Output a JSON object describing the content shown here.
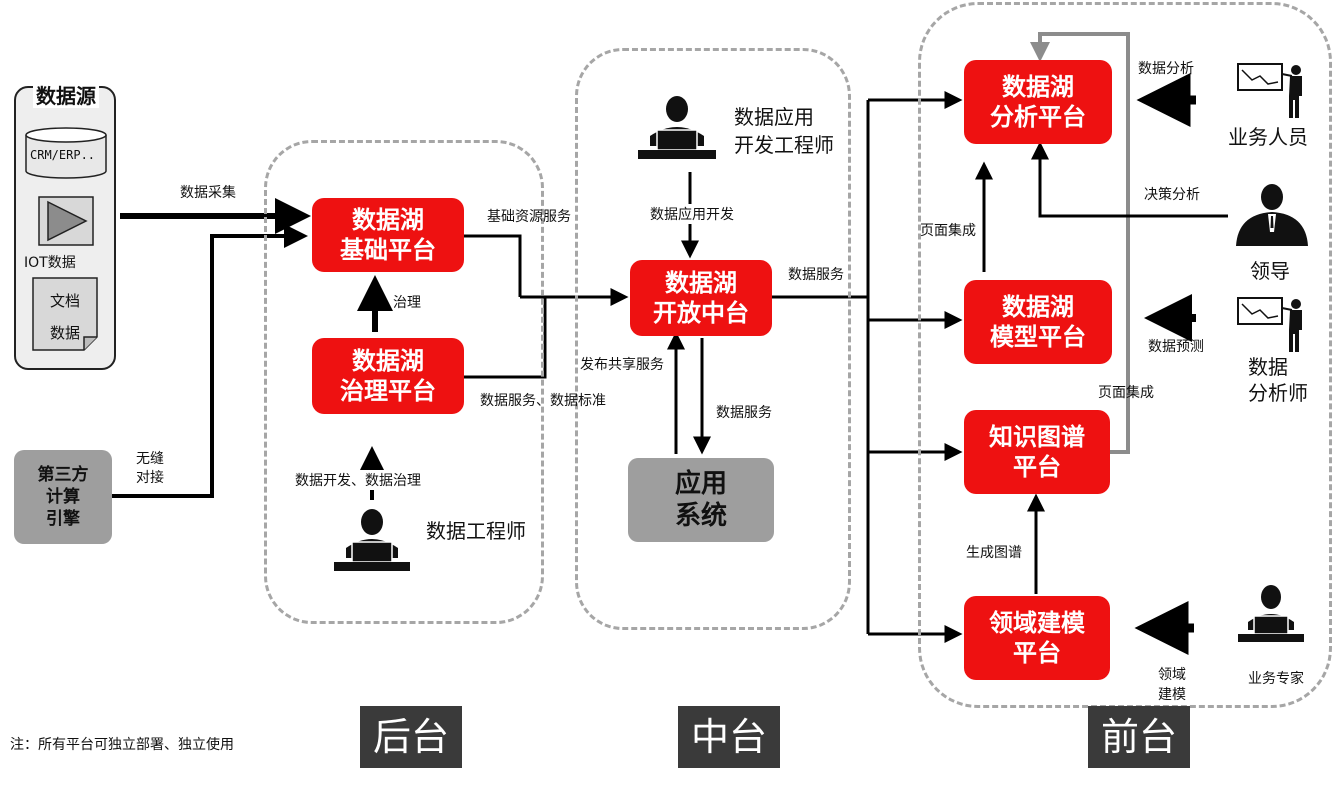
{
  "datasource": {
    "title": "数据源",
    "crm": "CRM/ERP..",
    "iot": "IOT数据",
    "doc_line1": "文档",
    "doc_line2": "数据"
  },
  "third_party": {
    "line1": "第三方",
    "line2": "计算",
    "line3": "引擎"
  },
  "platforms": {
    "basic": {
      "line1": "数据湖",
      "line2": "基础平台"
    },
    "governance": {
      "line1": "数据湖",
      "line2": "治理平台"
    },
    "open_middle": {
      "line1": "数据湖",
      "line2": "开放中台"
    },
    "analysis": {
      "line1": "数据湖",
      "line2": "分析平台"
    },
    "model": {
      "line1": "数据湖",
      "line2": "模型平台"
    },
    "knowledge": {
      "line1": "知识图谱",
      "line2": "平台"
    },
    "domain": {
      "line1": "领域建模",
      "line2": "平台"
    }
  },
  "app_system": {
    "line1": "应用",
    "line2": "系统"
  },
  "labels": {
    "data_collect": "数据采集",
    "seamless_1": "无缝",
    "seamless_2": "对接",
    "basic_resource_service": "基础资源服务",
    "govern": "治理",
    "data_service_standard": "数据服务、数据标准",
    "dev_govern": "数据开发、数据治理",
    "app_dev": "数据应用开发",
    "data_service_top": "数据服务",
    "publish_share": "发布共享服务",
    "data_service_mid": "数据服务",
    "page_integration_1": "页面集成",
    "page_integration_2": "页面集成",
    "data_analysis": "数据分析",
    "decision_analysis": "决策分析",
    "data_forecast": "数据预测",
    "gen_graph": "生成图谱",
    "domain_model_1": "领域",
    "domain_model_2": "建模"
  },
  "roles": {
    "data_engineer": "数据工程师",
    "app_dev_engineer_1": "数据应用",
    "app_dev_engineer_2": "开发工程师",
    "business_staff": "业务人员",
    "leader": "领导",
    "analyst_1": "数据",
    "analyst_2": "分析师",
    "business_expert": "业务专家"
  },
  "stages": {
    "back": "后台",
    "middle": "中台",
    "front": "前台"
  },
  "note": "注：所有平台可独立部署、独立使用",
  "colors": {
    "platform_red": "#ee1111",
    "gray_box": "#9e9e9e",
    "stage_bg": "#3a3a3a",
    "dash": "#a6a6a6"
  }
}
